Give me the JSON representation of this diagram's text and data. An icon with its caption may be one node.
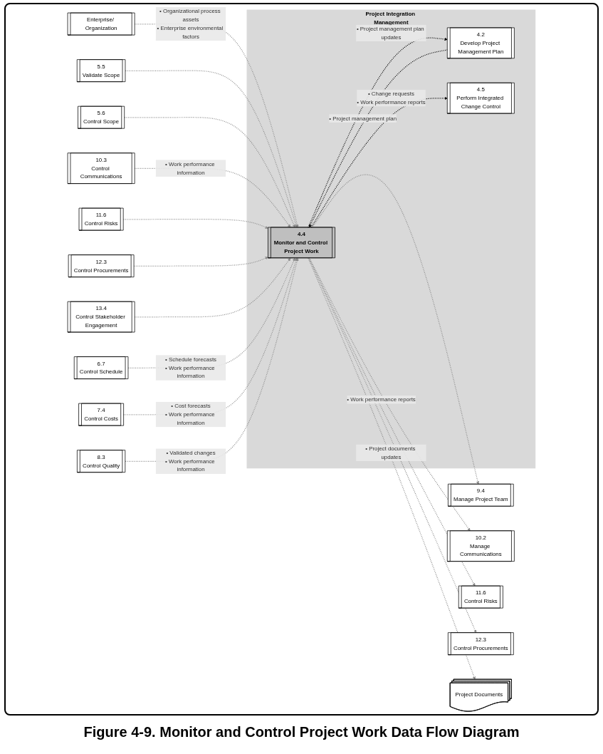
{
  "diagram": {
    "caption": "Figure 4-9. Monitor and Control Project Work Data Flow Diagram",
    "nodes": [
      {
        "text": [
          "Enterprise/ Organization"
        ]
      },
      {
        "text": [
          "Project Integration Management"
        ]
      },
      {
        "text": [
          "4.2",
          "Develop Project Management Plan"
        ],
        "in": 1
      },
      {
        "text": [
          "4.4",
          "Monitor and Control Project Work"
        ],
        "in": 1
      },
      {
        "text": [
          "4.5",
          "Perform Integrated Change Control"
        ],
        "in": 1
      },
      {
        "text": [
          "Project Documents"
        ]
      },
      {
        "text": [
          "5.5",
          "Validate Scope"
        ]
      },
      {
        "text": [
          "5.6",
          "Control Scope"
        ]
      },
      {
        "text": [
          "10.3",
          "Control Communications"
        ]
      },
      {
        "text": [
          "11.6",
          "Control Risks"
        ]
      },
      {
        "text": [
          "12.3",
          "Control Procurements"
        ]
      },
      {
        "text": [
          "13.4",
          "Control Stakeholder Engagement"
        ]
      },
      {
        "text": [
          "6.7",
          "Control Schedule"
        ]
      },
      {
        "text": [
          "7.4",
          "Control Costs"
        ]
      },
      {
        "text": [
          "8.3",
          "Control Quality"
        ]
      },
      {
        "text": [
          "9.4",
          "Manage Project Team"
        ]
      },
      {
        "text": [
          "10.2",
          "Manage Communications"
        ]
      },
      {
        "text": [
          "11.6",
          "Control Risks"
        ]
      },
      {
        "text": [
          "12.3",
          "Control Procurements"
        ]
      }
    ],
    "edges": [
      {
        "from": 0,
        "to": 3,
        "arrow": "to",
        "label": "• Organizational process assets • Enterprise environmental factors",
        "style": "dashed"
      },
      {
        "from": 2,
        "to": 3,
        "arrow": "to",
        "label": "• Project management plan",
        "style": "dashed",
        "color": "#000000"
      },
      {
        "from": 3,
        "to": 2,
        "arrow": "to",
        "label": "• Project management plan updates",
        "style": "dashed",
        "color": "#000000"
      },
      {
        "from": 6,
        "to": 3,
        "arrow": "to",
        "style": "dashed"
      },
      {
        "from": 7,
        "to": 3,
        "arrow": "to",
        "style": "dashed"
      },
      {
        "from": 8,
        "to": 3,
        "arrow": "to",
        "label": "• Work performance information",
        "style": "dashed"
      },
      {
        "from": 9,
        "to": 3,
        "arrow": "to",
        "style": "dashed"
      },
      {
        "from": 10,
        "to": 3,
        "arrow": "to",
        "style": "dashed"
      },
      {
        "from": 11,
        "to": 3,
        "arrow": "to",
        "style": "dashed"
      },
      {
        "from": 12,
        "to": 3,
        "arrow": "to",
        "label": "• Schedule forecasts • Work performance information",
        "style": "dashed"
      },
      {
        "from": 13,
        "to": 3,
        "arrow": "to",
        "label": "• Cost forecasts • Work performance information",
        "style": "dashed"
      },
      {
        "from": 14,
        "to": 3,
        "arrow": "to",
        "label": "• Validated changes • Work performance information",
        "style": "dashed"
      },
      {
        "from": 3,
        "to": 5,
        "arrow": "to",
        "label": "• Project documents updates",
        "style": "dashed"
      },
      {
        "from": 3,
        "to": 15,
        "arrow": "to",
        "style": "dashed"
      },
      {
        "from": 3,
        "to": 16,
        "arrow": "to",
        "label": "• Work performance reports",
        "style": "dashed"
      },
      {
        "from": 3,
        "to": 17,
        "arrow": "to",
        "style": "dashed"
      },
      {
        "from": 3,
        "to": 18,
        "arrow": "to",
        "style": "dashed"
      },
      {
        "from": 3,
        "to": 4,
        "arrow": "to",
        "label": "• Change requests • Work performance reports",
        "style": "dashed",
        "color": "#000000"
      }
    ]
  }
}
